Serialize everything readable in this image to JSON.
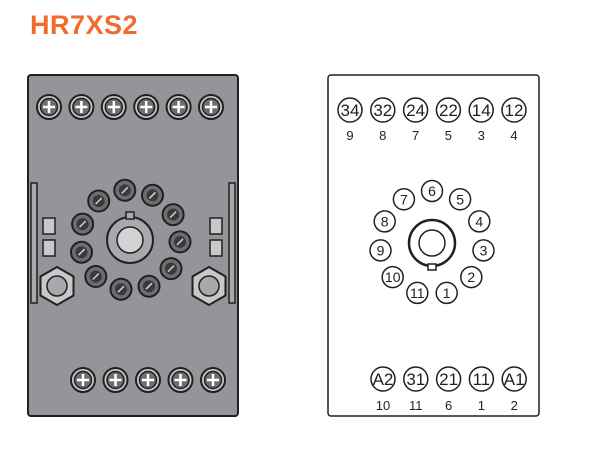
{
  "title": "HR7XS2",
  "colors": {
    "title": "#f26a2e",
    "socket_body": "#939598",
    "outline": "#231f20",
    "terminal_face": "#ffffff"
  },
  "right_panel": {
    "top_terminals": [
      {
        "label": "34",
        "pin": "9"
      },
      {
        "label": "32",
        "pin": "8"
      },
      {
        "label": "24",
        "pin": "7"
      },
      {
        "label": "22",
        "pin": "5"
      },
      {
        "label": "14",
        "pin": "3"
      },
      {
        "label": "12",
        "pin": "4"
      }
    ],
    "bottom_terminals": [
      {
        "label": "A2",
        "pin": "10"
      },
      {
        "label": "31",
        "pin": "11"
      },
      {
        "label": "21",
        "pin": "6"
      },
      {
        "label": "11",
        "pin": "1"
      },
      {
        "label": "A1",
        "pin": "2"
      }
    ],
    "center_pins": [
      "1",
      "2",
      "3",
      "4",
      "5",
      "6",
      "7",
      "8",
      "9",
      "10",
      "11"
    ]
  },
  "left_panel": {
    "top_screw_count": 6,
    "bottom_screw_count": 5,
    "socket_hole_count": 11
  }
}
